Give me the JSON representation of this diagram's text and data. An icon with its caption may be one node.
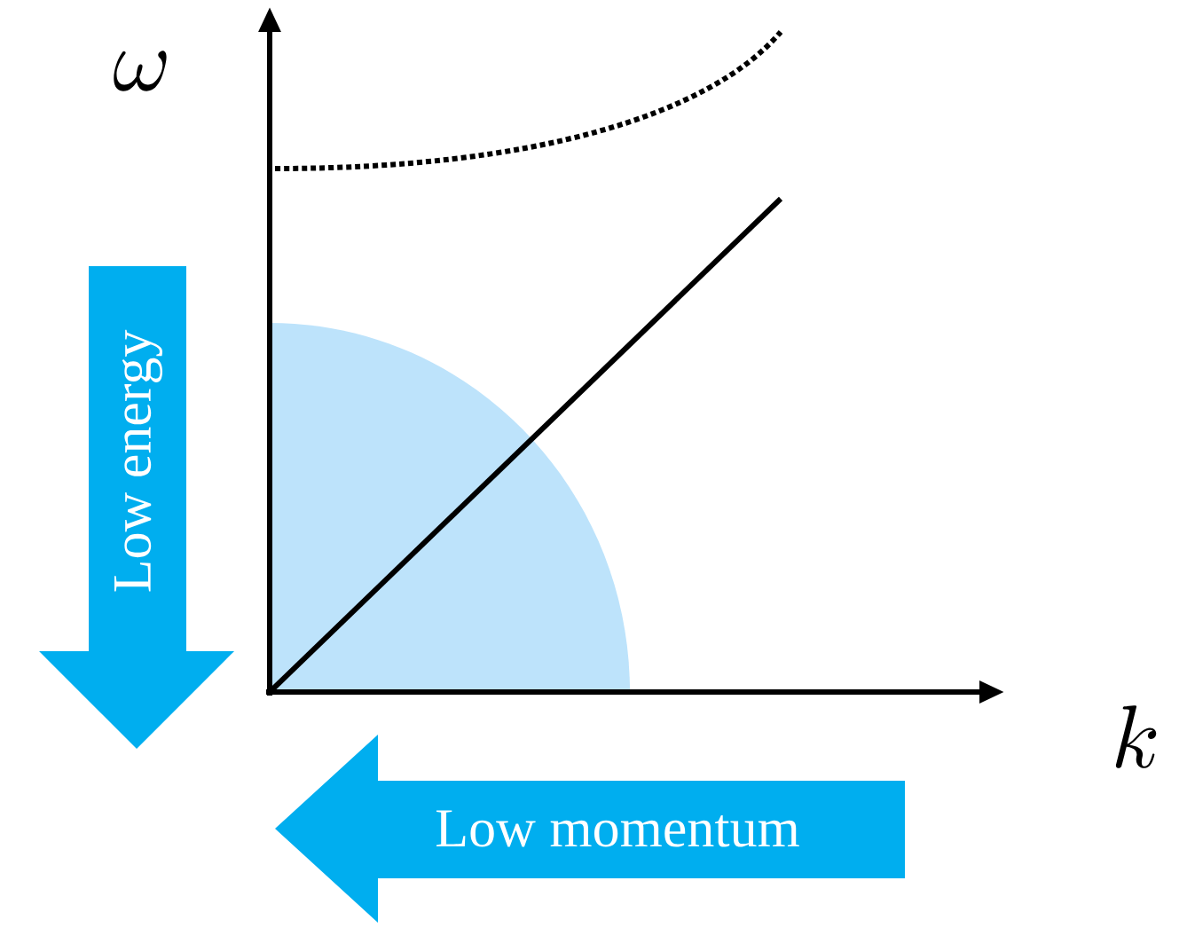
{
  "diagram": {
    "nodes": [
      {
        "text": [
          "Low energy"
        ]
      },
      {
        "text": [
          "Low momentum"
        ]
      }
    ],
    "labels": [
      "\\omega",
      "k"
    ]
  }
}
